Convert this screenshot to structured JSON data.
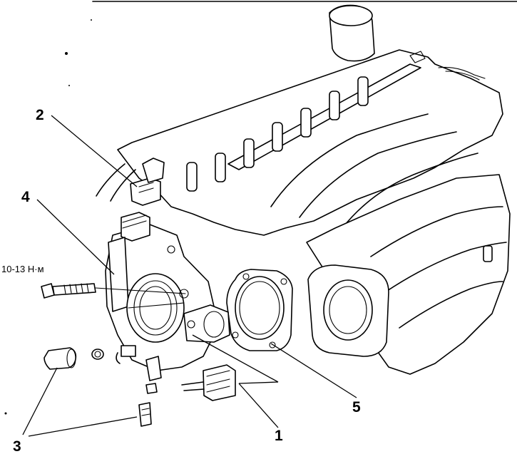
{
  "diagram": {
    "callouts": [
      {
        "id": "1",
        "label": "1"
      },
      {
        "id": "2",
        "label": "2"
      },
      {
        "id": "3",
        "label": "3"
      },
      {
        "id": "4",
        "label": "4"
      },
      {
        "id": "5",
        "label": "5"
      }
    ],
    "torque_spec": "10-13 Н·м"
  }
}
